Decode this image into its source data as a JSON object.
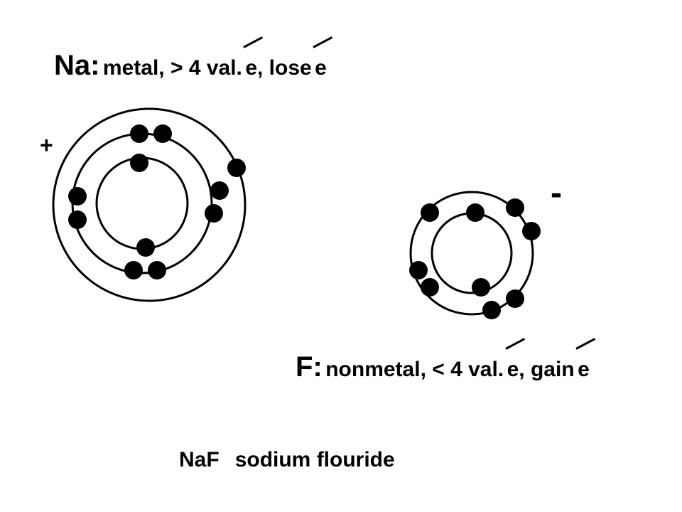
{
  "sodium": {
    "symbol": "Na",
    "colon": ":",
    "desc_pre": "metal, > 4 val.",
    "e1": "e",
    "desc_mid": ", lose",
    "e2": "e",
    "charge": "+"
  },
  "fluorine": {
    "symbol": "F",
    "colon": ":",
    "desc_pre": "nonmetal, < 4 val.",
    "e1": "e",
    "desc_mid": ", gain",
    "e2": "e",
    "charge": "-"
  },
  "compound": {
    "formula": "NaF",
    "name": "sodium flouride"
  }
}
